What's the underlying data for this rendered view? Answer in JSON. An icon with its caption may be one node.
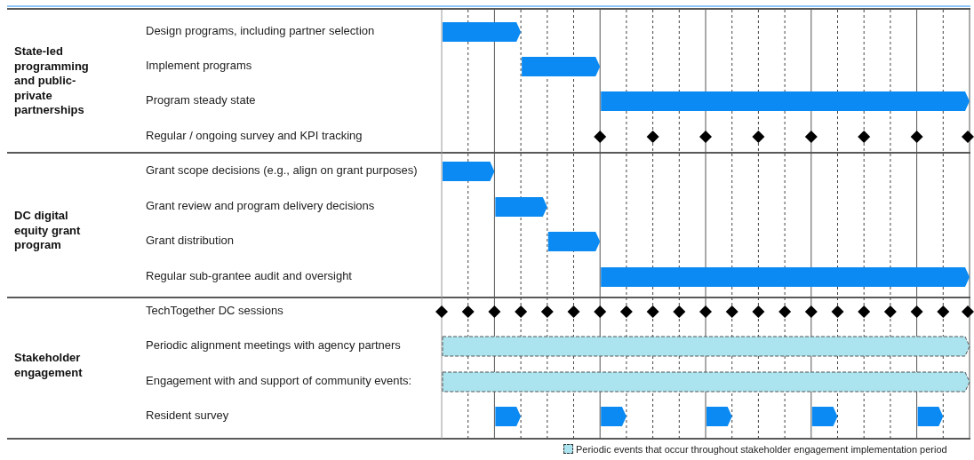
{
  "diagram": {
    "labels": [
      "State-led programming and public-private partnerships",
      "Design programs, including partner selection",
      "Implement programs",
      "Program steady state",
      "Regular / ongoing survey and KPI tracking",
      "DC digital equity grant program",
      "Grant scope decisions (e.g., align on grant purposes)",
      "Grant review and program delivery decisions",
      "Grant distribution",
      "Regular sub-grantee audit and oversight",
      "Stakeholder engagement",
      "TechTogether DC sessions",
      "Periodic alignment meetings with agency partners",
      "Engagement with and support of community events:",
      "Resident survey"
    ],
    "legend": [
      {
        "text": "Periodic events that occur throughout stakeholder engagement implementation period",
        "color": "#abe4ef"
      }
    ]
  }
}
